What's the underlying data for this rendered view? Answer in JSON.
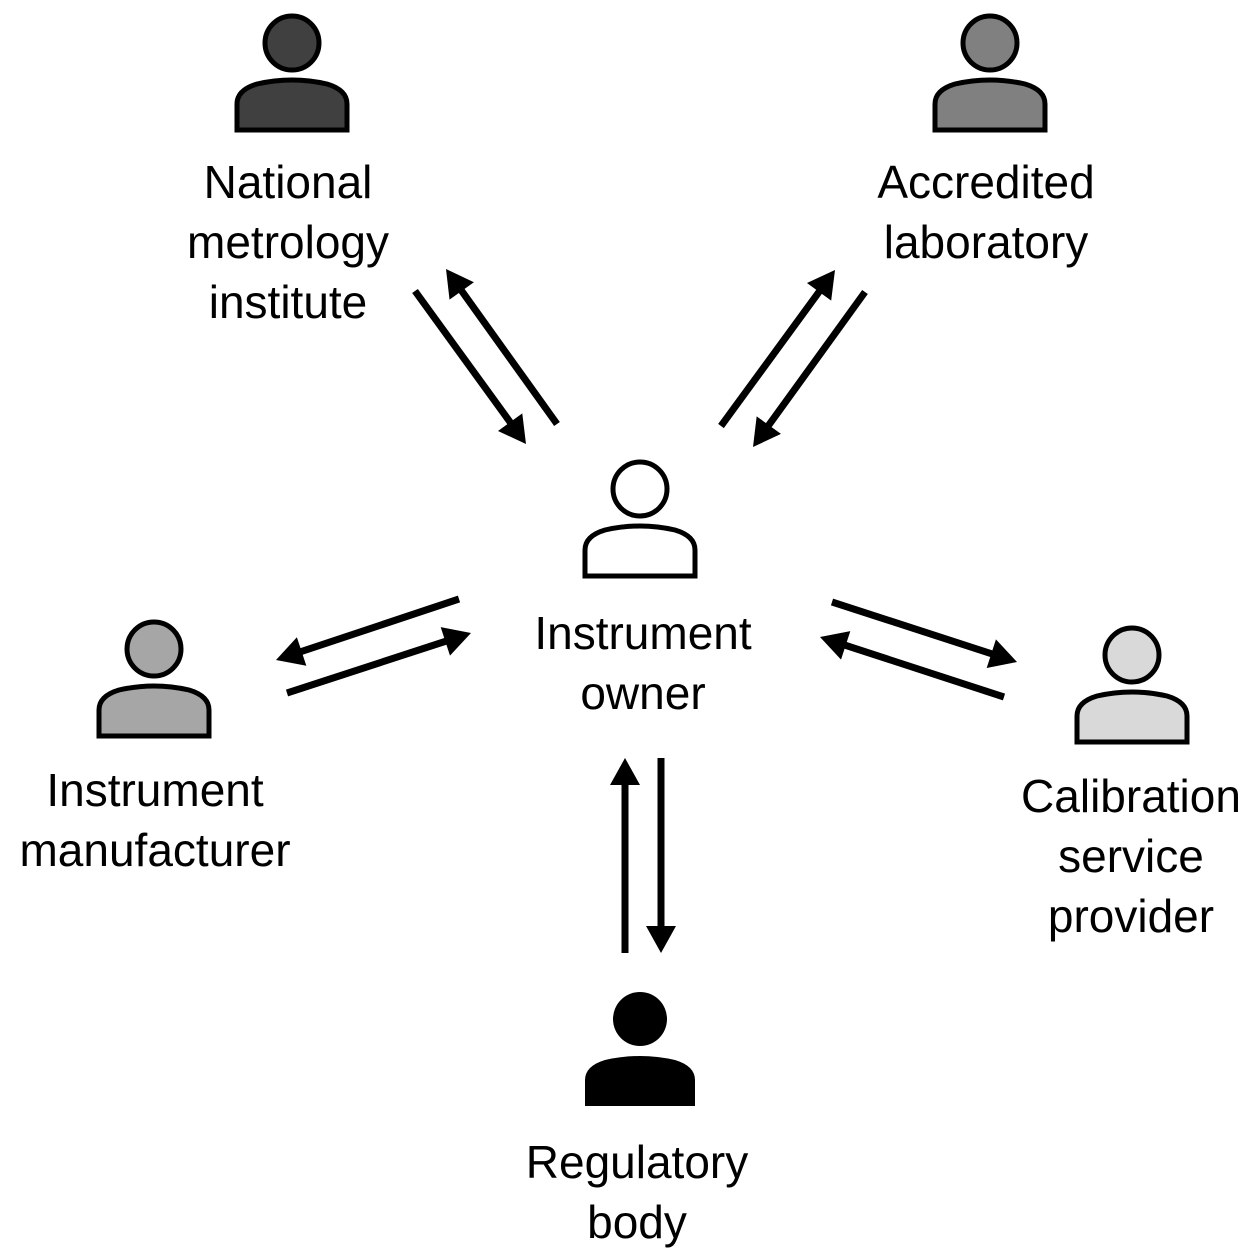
{
  "diagram": {
    "title": "",
    "center": {
      "id": "instrument-owner",
      "label_lines": [
        "Instrument",
        "owner"
      ],
      "icon": "person-icon",
      "fill": "#ffffff"
    },
    "nodes": [
      {
        "id": "national-metrology-institute",
        "label_lines": [
          "National",
          "metrology",
          "institute"
        ],
        "icon": "person-icon",
        "fill": "#404040"
      },
      {
        "id": "accredited-laboratory",
        "label_lines": [
          "Accredited",
          "laboratory"
        ],
        "icon": "person-icon",
        "fill": "#808080"
      },
      {
        "id": "instrument-manufacturer",
        "label_lines": [
          "Instrument",
          "manufacturer"
        ],
        "icon": "person-icon",
        "fill": "#a6a6a6"
      },
      {
        "id": "calibration-service-provider",
        "label_lines": [
          "Calibration",
          "service",
          "provider"
        ],
        "icon": "person-icon",
        "fill": "#d9d9d9"
      },
      {
        "id": "regulatory-body",
        "label_lines": [
          "Regulatory",
          "body"
        ],
        "icon": "person-icon",
        "fill": "#000000"
      }
    ],
    "edges": [
      {
        "from": "national-metrology-institute",
        "to": "instrument-owner"
      },
      {
        "from": "instrument-owner",
        "to": "national-metrology-institute"
      },
      {
        "from": "instrument-owner",
        "to": "accredited-laboratory"
      },
      {
        "from": "accredited-laboratory",
        "to": "instrument-owner"
      },
      {
        "from": "instrument-owner",
        "to": "instrument-manufacturer"
      },
      {
        "from": "instrument-manufacturer",
        "to": "instrument-owner"
      },
      {
        "from": "instrument-owner",
        "to": "calibration-service-provider"
      },
      {
        "from": "calibration-service-provider",
        "to": "instrument-owner"
      },
      {
        "from": "instrument-owner",
        "to": "regulatory-body"
      },
      {
        "from": "regulatory-body",
        "to": "instrument-owner"
      }
    ]
  }
}
